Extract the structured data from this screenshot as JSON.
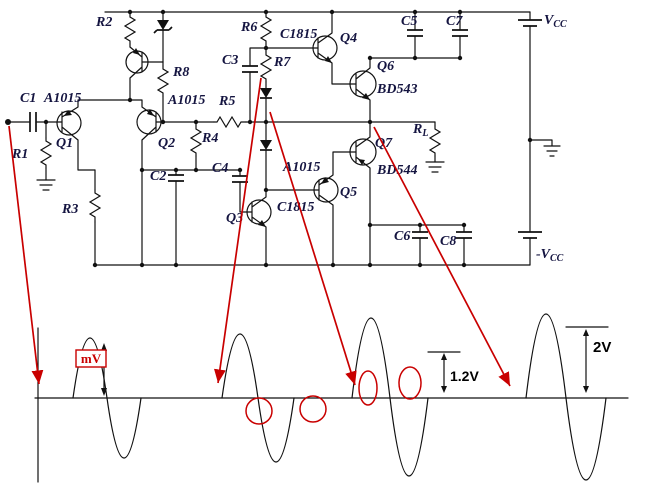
{
  "schematic": {
    "power": {
      "vcc_base": "V",
      "vcc_sub": "CC",
      "nvcc_base": "-V",
      "nvcc_sub": "CC"
    },
    "resistors": {
      "r1": "R1",
      "r2": "R2",
      "r3": "R3",
      "r4": "R4",
      "r5": "R5",
      "r6": "R6",
      "r7": "R7",
      "r8": "R8",
      "rl_base": "R",
      "rl_sub": "L"
    },
    "capacitors": {
      "c1": "C1",
      "c2": "C2",
      "c3": "C3",
      "c4": "C4",
      "c5": "C5",
      "c6": "C6",
      "c7": "C7",
      "c8": "C8"
    },
    "transistors": {
      "q1": "Q1",
      "q2": "Q2",
      "q3": "Q3",
      "q4": "Q4",
      "q5": "Q5",
      "q6": "Q6",
      "q7": "Q7"
    },
    "types": {
      "q1": "A1015",
      "q2": "A1015",
      "q3": "C1815",
      "q4": "C1815",
      "q5": "A1015",
      "q6": "BD543",
      "q7": "BD544"
    }
  },
  "waveforms": {
    "stage1_amplitude": "mV",
    "stage3_amplitude": "1.2V",
    "stage4_amplitude": "2V"
  },
  "colors": {
    "wire": "#111111",
    "annotation": "#c90000",
    "label": "#141440",
    "background": "#ffffff"
  }
}
